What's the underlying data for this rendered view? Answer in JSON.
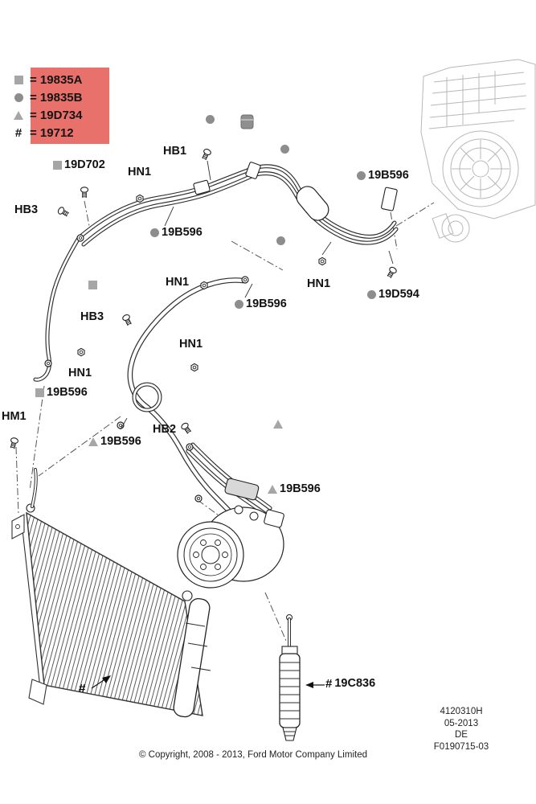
{
  "symbols": {
    "hash": "#"
  },
  "colors": {
    "legend_highlight": "#e8716b",
    "marker_gray": "#a6a6a6",
    "marker_dark_gray": "#8d8d8d"
  },
  "legend": {
    "items": [
      {
        "symbol": "square",
        "text": "= 19835A"
      },
      {
        "symbol": "circle",
        "text": "= 19835B"
      },
      {
        "symbol": "triangle",
        "text": "= 19D734"
      },
      {
        "symbol": "hash",
        "text": "= 19712"
      }
    ]
  },
  "labels": [
    {
      "marker": "square",
      "text": "19D702"
    },
    {
      "marker": "none",
      "text": "HB1"
    },
    {
      "marker": "none",
      "text": "HN1"
    },
    {
      "marker": "circle",
      "text": "19B596"
    },
    {
      "marker": "none",
      "text": "HB3"
    },
    {
      "marker": "circle",
      "text": "19B596"
    },
    {
      "marker": "none",
      "text": "HN1"
    },
    {
      "marker": "circle",
      "text": "19B596"
    },
    {
      "marker": "none",
      "text": "HN1"
    },
    {
      "marker": "circle",
      "text": "19D594"
    },
    {
      "marker": "none",
      "text": "HB3"
    },
    {
      "marker": "none",
      "text": "HN1"
    },
    {
      "marker": "none",
      "text": "HN1"
    },
    {
      "marker": "square",
      "text": "19B596"
    },
    {
      "marker": "none",
      "text": "HM1"
    },
    {
      "marker": "triangle",
      "text": "19B596"
    },
    {
      "marker": "none",
      "text": "HB2"
    },
    {
      "marker": "triangle",
      "text": "19B596"
    },
    {
      "marker": "hash",
      "text": "19C836"
    },
    {
      "marker": "hash",
      "text": ""
    }
  ],
  "footer": {
    "copyright": "© Copyright, 2008 - 2013, Ford Motor Company Limited",
    "doc_lines": [
      "4120310H",
      "05-2013",
      "DE",
      "F0190715-03"
    ]
  }
}
